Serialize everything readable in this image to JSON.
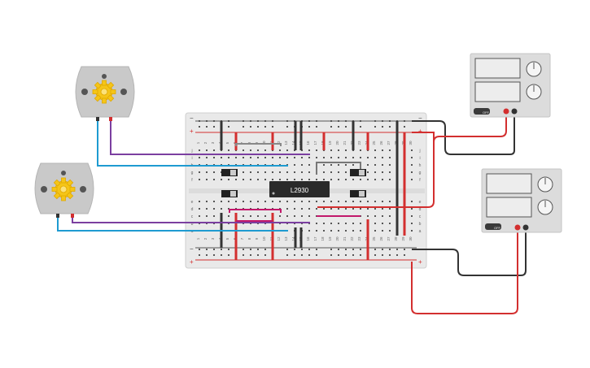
{
  "breadboard": {
    "rail_minus_label": "−",
    "rail_plus_label": "+",
    "row_labels_top": [
      "j",
      "i",
      "h",
      "g",
      "f"
    ],
    "row_labels_bottom": [
      "e",
      "d",
      "c",
      "b",
      "a"
    ],
    "column_numbers": [
      "1",
      "2",
      "3",
      "4",
      "5",
      "6",
      "7",
      "8",
      "9",
      "10",
      "11",
      "12",
      "13",
      "14",
      "15",
      "16",
      "17",
      "18",
      "19",
      "20",
      "21",
      "22",
      "23",
      "24",
      "25",
      "26",
      "27",
      "28",
      "29",
      "30"
    ]
  },
  "chip": {
    "label": "L2930"
  },
  "power_supplies": [
    {
      "name": "power-supply-top",
      "button_label": "OFF"
    },
    {
      "name": "power-supply-bottom",
      "button_label": "OFF"
    }
  ],
  "motors": [
    {
      "name": "dc-motor-top",
      "icon": "gear-icon"
    },
    {
      "name": "dc-motor-bottom",
      "icon": "gear-icon"
    }
  ],
  "colors": {
    "wire_red": "#d32f2f",
    "wire_black": "#333333",
    "wire_purple": "#7b3fa0",
    "wire_blue": "#1e9bd1",
    "wire_magenta": "#c2186b",
    "wire_gray": "#777777",
    "board": "#e8e8e8",
    "motor_body": "#c8c8c8",
    "gear": "#f5c518"
  }
}
